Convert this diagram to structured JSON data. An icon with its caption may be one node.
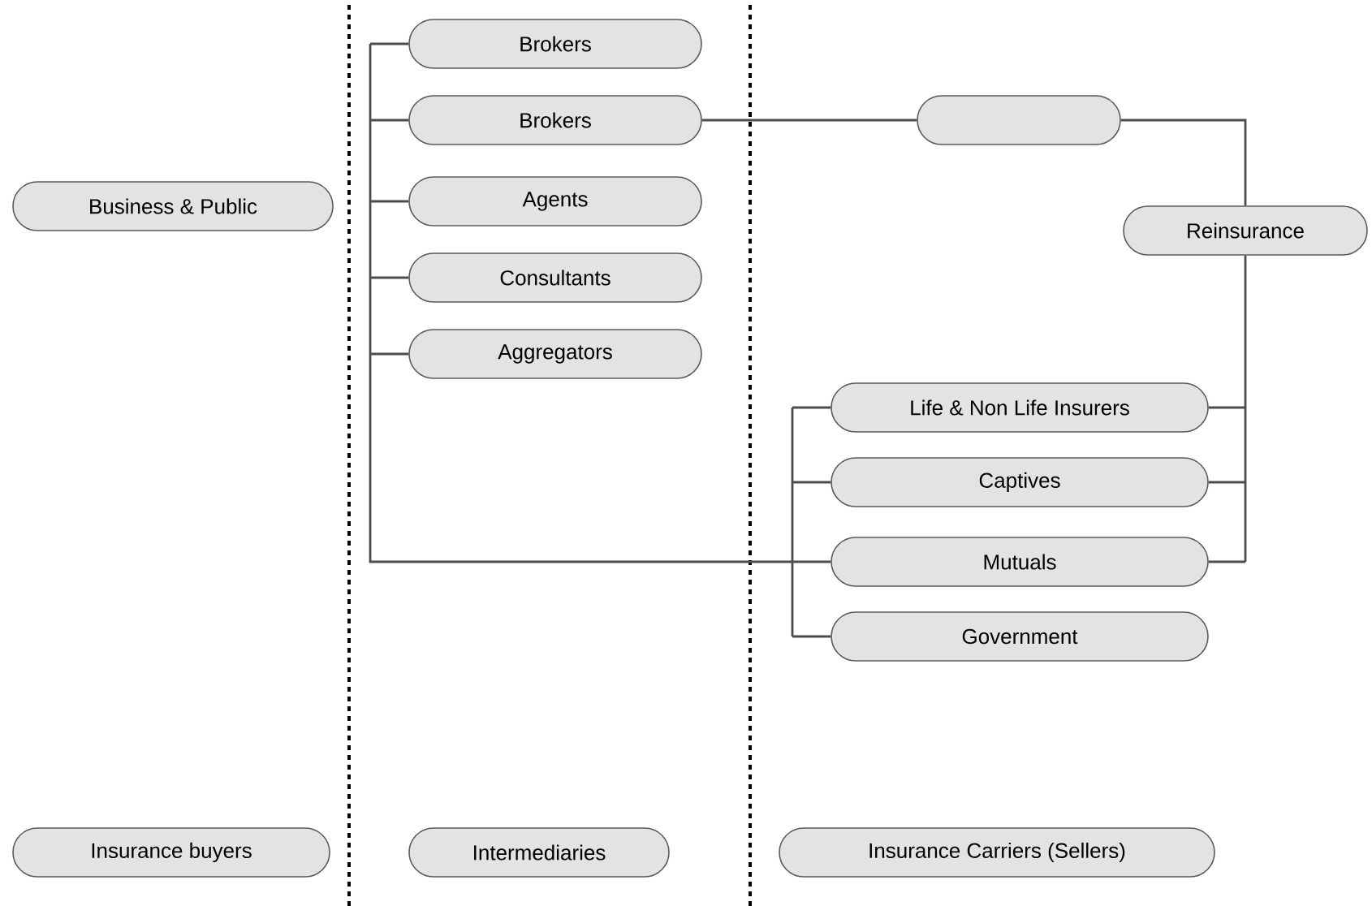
{
  "diagram": {
    "nodes": [
      {
        "text": [
          "Business & Public"
        ]
      },
      {
        "text": [
          "Brokers"
        ]
      },
      {
        "text": [
          "Brokers"
        ]
      },
      {
        "text": [
          "Agents"
        ]
      },
      {
        "text": [
          "Consultants"
        ]
      },
      {
        "text": [
          "Aggregators"
        ]
      },
      {
        "text": [],
        "shape": "box"
      },
      {
        "text": [
          "Reinsurance"
        ]
      },
      {
        "text": [
          "Life & Non Life Insurers"
        ]
      },
      {
        "text": [
          "Captives"
        ]
      },
      {
        "text": [
          "Mutuals"
        ]
      },
      {
        "text": [
          "Government"
        ]
      },
      {
        "text": [
          "Insurance buyers"
        ]
      },
      {
        "text": [
          "Intermediaries"
        ]
      },
      {
        "text": [
          "Insurance Carriers (Sellers)"
        ]
      }
    ],
    "edges": [
      {
        "from": 1,
        "to": 8,
        "arrow": "none"
      },
      {
        "from": 1,
        "to": 9,
        "arrow": "none"
      },
      {
        "from": 1,
        "to": 10,
        "arrow": "none"
      },
      {
        "from": 1,
        "to": 11,
        "arrow": "none"
      },
      {
        "from": 2,
        "to": 8,
        "arrow": "none"
      },
      {
        "from": 2,
        "to": 9,
        "arrow": "none"
      },
      {
        "from": 2,
        "to": 10,
        "arrow": "none"
      },
      {
        "from": 2,
        "to": 11,
        "arrow": "none"
      },
      {
        "from": 3,
        "to": 8,
        "arrow": "none"
      },
      {
        "from": 3,
        "to": 9,
        "arrow": "none"
      },
      {
        "from": 3,
        "to": 10,
        "arrow": "none"
      },
      {
        "from": 3,
        "to": 11,
        "arrow": "none"
      },
      {
        "from": 4,
        "to": 8,
        "arrow": "none"
      },
      {
        "from": 4,
        "to": 9,
        "arrow": "none"
      },
      {
        "from": 4,
        "to": 10,
        "arrow": "none"
      },
      {
        "from": 4,
        "to": 11,
        "arrow": "none"
      },
      {
        "from": 5,
        "to": 8,
        "arrow": "none"
      },
      {
        "from": 5,
        "to": 9,
        "arrow": "none"
      },
      {
        "from": 5,
        "to": 10,
        "arrow": "none"
      },
      {
        "from": 5,
        "to": 11,
        "arrow": "none"
      },
      {
        "from": 2,
        "to": 6,
        "arrow": "none"
      },
      {
        "from": 6,
        "to": 7,
        "arrow": "none"
      },
      {
        "from": 7,
        "to": 8,
        "arrow": "none"
      },
      {
        "from": 7,
        "to": 9,
        "arrow": "none"
      },
      {
        "from": 7,
        "to": 10,
        "arrow": "none"
      }
    ]
  }
}
